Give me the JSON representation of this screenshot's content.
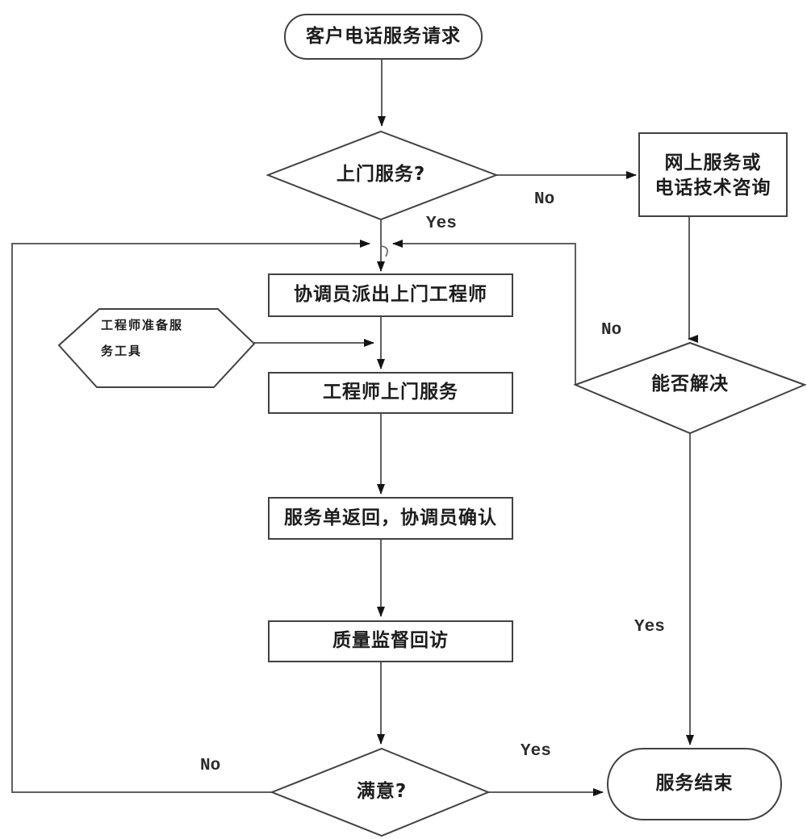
{
  "diagram": {
    "type": "flowchart",
    "language": "zh-CN",
    "colors": {
      "background": "#ffffff",
      "connector": "#5f5f5f",
      "shape_stroke": "#414141",
      "arrowhead": "#141414",
      "text": "#1c1c1c"
    },
    "nodes": {
      "start": {
        "shape": "terminator",
        "label": "客户电话服务请求"
      },
      "d_onsite": {
        "shape": "decision",
        "label": "上门服务?"
      },
      "online": {
        "shape": "process",
        "line1": "网上服务或",
        "line2": "电话技术咨询"
      },
      "dispatch": {
        "shape": "process",
        "label": "协调员派出上门工程师"
      },
      "prepare": {
        "shape": "preparation",
        "line1": "工程师准备服",
        "line2": "务工具"
      },
      "onsite": {
        "shape": "process",
        "label": "工程师上门服务"
      },
      "confirm": {
        "shape": "process",
        "label": "服务单返回，协调员确认"
      },
      "quality": {
        "shape": "process",
        "label": "质量监督回访"
      },
      "d_satisfied": {
        "shape": "decision",
        "label": "满意?"
      },
      "d_resolve": {
        "shape": "decision",
        "label": "能否解决"
      },
      "end": {
        "shape": "terminator",
        "label": "服务结束"
      }
    },
    "edge_labels": {
      "onsite_yes": "Yes",
      "onsite_no": "No",
      "resolve_no": "No",
      "resolve_yes": "Yes",
      "satisfied_yes": "Yes",
      "satisfied_no": "No"
    }
  }
}
